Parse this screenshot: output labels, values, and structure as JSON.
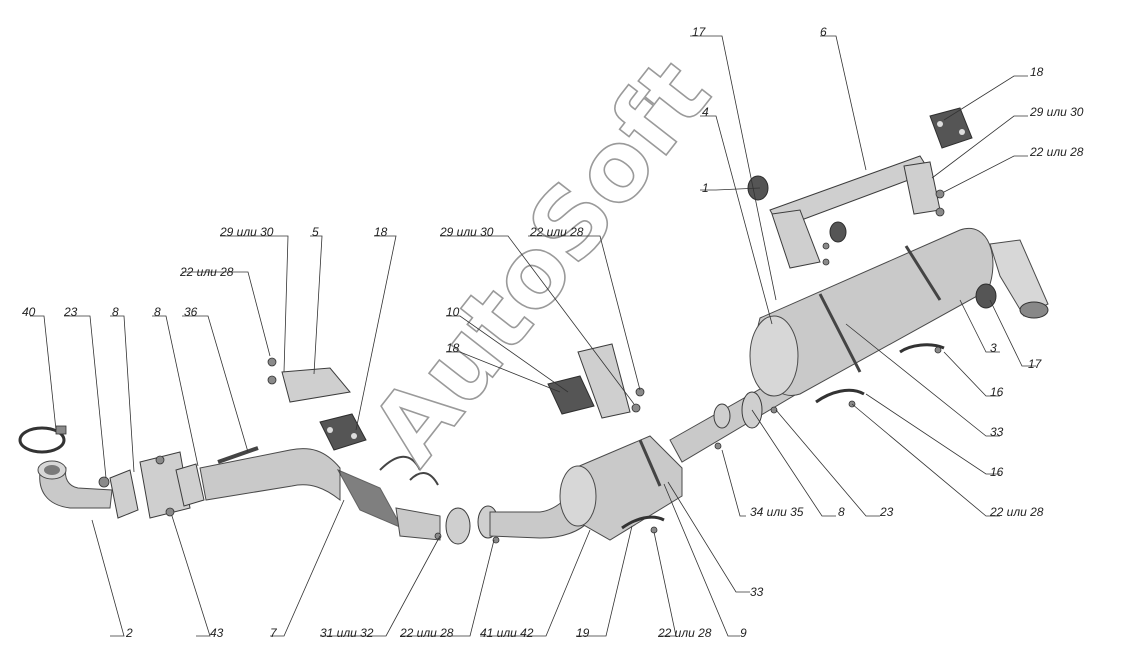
{
  "watermark": "AutoSoft",
  "labels": [
    {
      "text": "40"
    },
    {
      "text": "23"
    },
    {
      "text": "8"
    },
    {
      "text": "8"
    },
    {
      "text": "36"
    },
    {
      "text": "22 или 28"
    },
    {
      "text": "29 или 30"
    },
    {
      "text": "5"
    },
    {
      "text": "18"
    },
    {
      "text": "10"
    },
    {
      "text": "18"
    },
    {
      "text": "29 или 30"
    },
    {
      "text": "22 или 28"
    },
    {
      "text": "17"
    },
    {
      "text": "6"
    },
    {
      "text": "4"
    },
    {
      "text": "1"
    },
    {
      "text": "18"
    },
    {
      "text": "29 или 30"
    },
    {
      "text": "22 или 28"
    },
    {
      "text": "3"
    },
    {
      "text": "17"
    },
    {
      "text": "16"
    },
    {
      "text": "33"
    },
    {
      "text": "16"
    },
    {
      "text": "22 или 28"
    },
    {
      "text": "34 или 35"
    },
    {
      "text": "8"
    },
    {
      "text": "23"
    },
    {
      "text": "33"
    },
    {
      "text": "2"
    },
    {
      "text": "43"
    },
    {
      "text": "7"
    },
    {
      "text": "31 или 32"
    },
    {
      "text": "22 или 28"
    },
    {
      "text": "41 или 42"
    },
    {
      "text": "19"
    },
    {
      "text": "22 или 28"
    },
    {
      "text": "9"
    }
  ]
}
